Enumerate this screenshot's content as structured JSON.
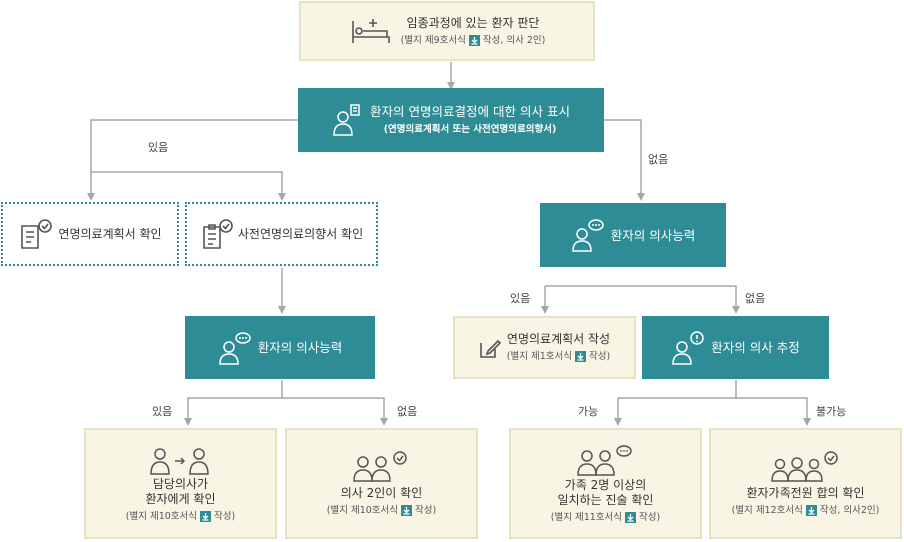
{
  "colors": {
    "teal": "#2e8c96",
    "beige": "#f8f5e4",
    "beige_border": "#e8e1c3",
    "arrow": "#a6a6a6"
  },
  "download_icon": "download-icon",
  "nodes": {
    "top": {
      "title": "임종과정에 있는 환자 판단",
      "sub_before": "(별지 제9호서식",
      "sub_after": "작성, 의사 2인)"
    },
    "decision": {
      "title": "환자의 연명의료결정에 대한 의사 표시",
      "sub": "(연명의료계획서 또는 사전연명의료의향서)"
    },
    "plan_check": {
      "title": "연명의료계획서 확인"
    },
    "advance_check": {
      "title": "사전연명의료의향서 확인"
    },
    "capacity_right": {
      "title": "환자의 의사능력"
    },
    "capacity_left": {
      "title": "환자의 의사능력"
    },
    "plan_write": {
      "title": "연명의료계획서 작성",
      "sub_before": "(별지 제1호서식",
      "sub_after": "작성)"
    },
    "presume": {
      "title": "환자의 의사 추정"
    },
    "doctor_confirm": {
      "title1": "담당의사가",
      "title2": "환자에게 확인",
      "sub_before": "(별지 제10호서식",
      "sub_after": "작성)"
    },
    "two_doctors": {
      "title": "의사 2인이 확인",
      "sub_before": "(별지 제10호서식",
      "sub_after": "작성)"
    },
    "family_statement": {
      "title1": "가족 2명 이상의",
      "title2": "일치하는 진술 확인",
      "sub_before": "(별지 제11호서식",
      "sub_after": "작성)"
    },
    "family_all": {
      "title": "환자가족전원 합의 확인",
      "sub_before": "(별지 제12호서식",
      "sub_after": "작성, 의사2인)"
    }
  },
  "labels": {
    "yes1": "있음",
    "no1": "없음",
    "yes2": "있음",
    "no2": "없음",
    "yes3": "있음",
    "no3": "없음",
    "possible": "가능",
    "impossible": "불가능"
  }
}
